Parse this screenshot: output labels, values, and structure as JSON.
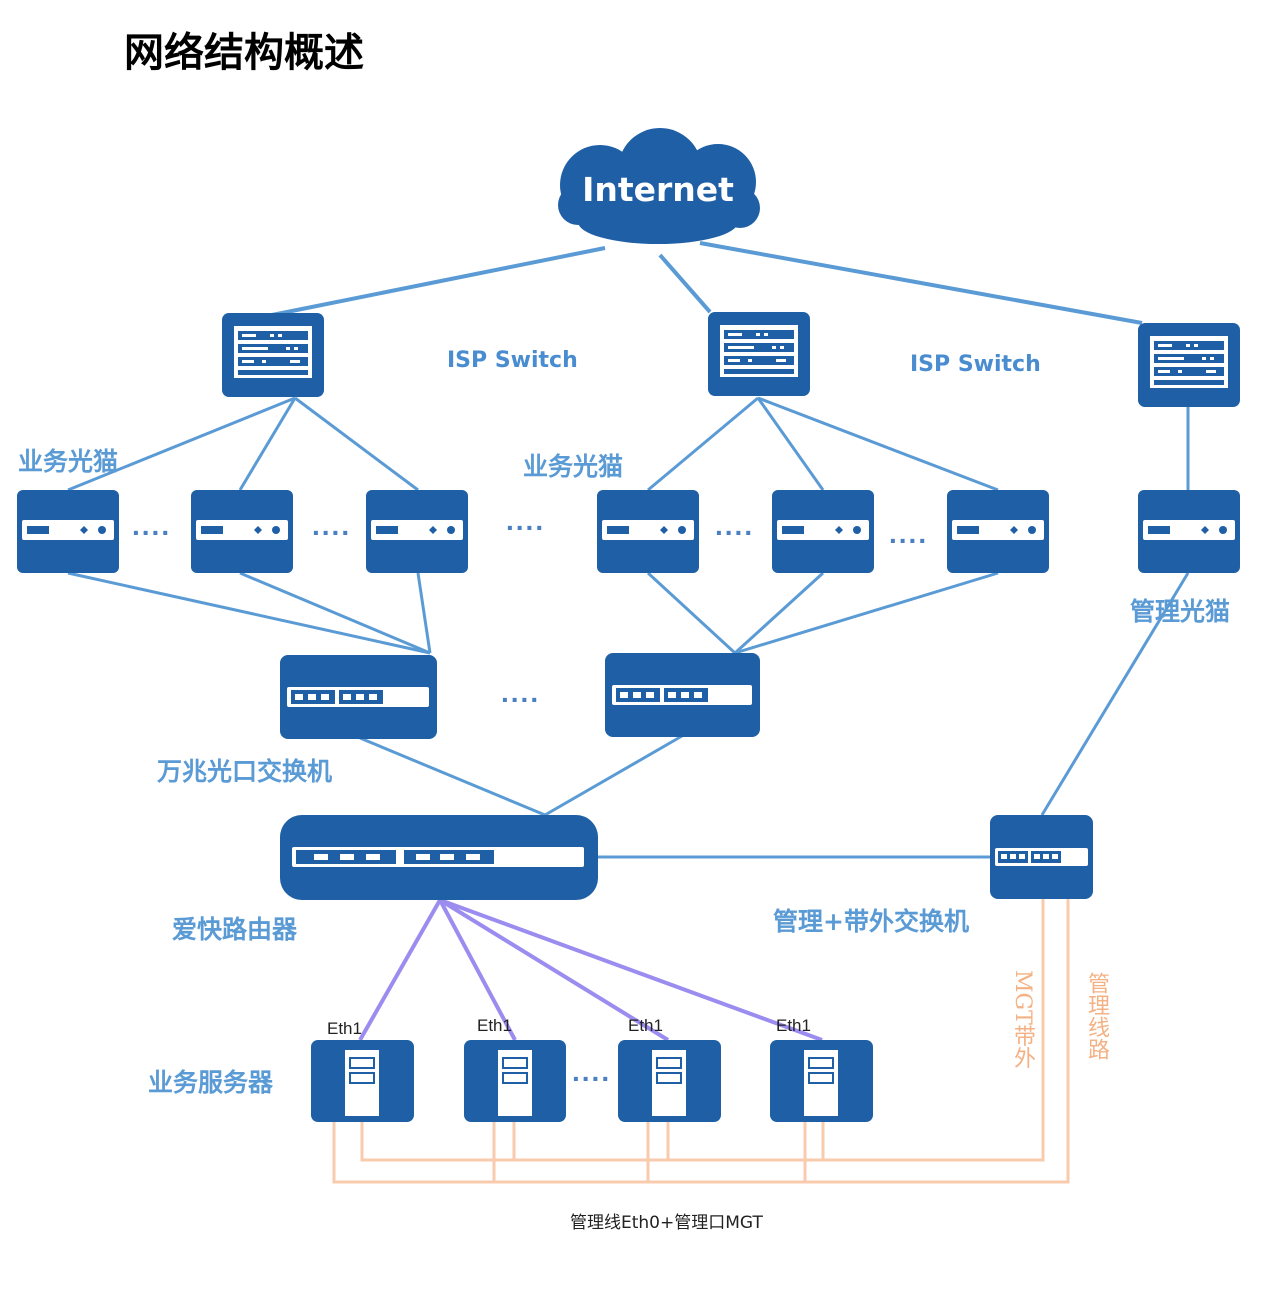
{
  "title": "网络结构概述",
  "internet": {
    "label": "Internet"
  },
  "isp_switches": [
    {
      "label": "ISP Switch"
    },
    {
      "label": "ISP Switch"
    }
  ],
  "labels": {
    "business_modem_left": "业务光猫",
    "business_modem_right": "业务光猫",
    "mgmt_modem": "管理光猫",
    "tengig_switch": "万兆光口交换机",
    "router": "爱快路由器",
    "mgmt_switch": "管理+带外交换机",
    "servers": "业务服务器",
    "mgt_oob": "MGT带外",
    "mgmt_line": "管理线路",
    "bottom_line": "管理线Eth0+管理口MGT"
  },
  "eth_labels": [
    "Eth1",
    "Eth1",
    "Eth1",
    "Eth1"
  ],
  "ellipsis": "....",
  "colors": {
    "device_blue": "#1f5fa6",
    "link_blue": "#5b9bd5",
    "link_purple": "#9b8cf0",
    "link_orange": "#f8cbad"
  }
}
